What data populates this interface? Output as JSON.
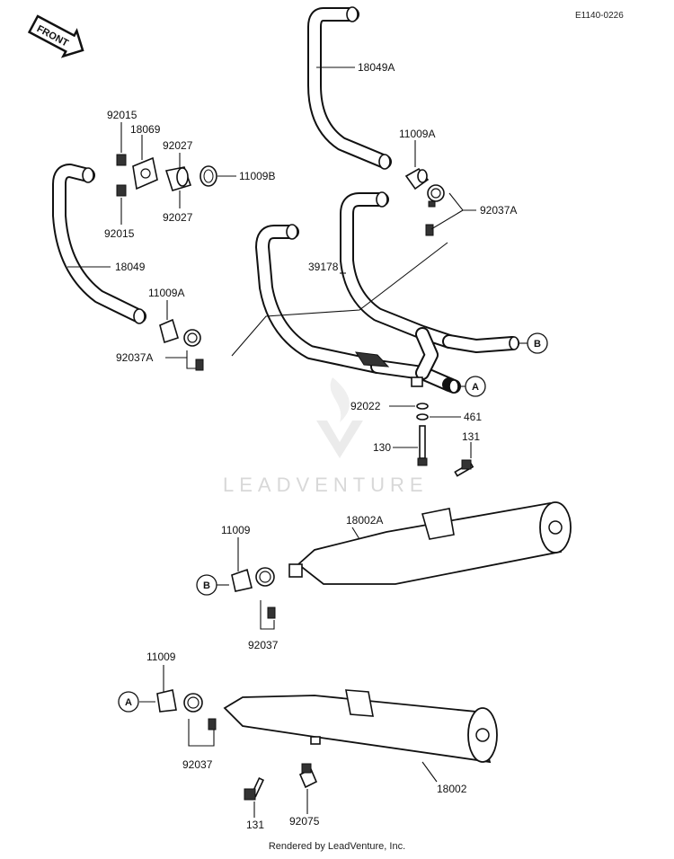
{
  "doc_code": "E1140-0226",
  "front_label": "FRONT",
  "watermark": "LEADVENTURE",
  "footer": "Rendered by LeadVenture, Inc.",
  "refs": {
    "a": "A",
    "b": "B"
  },
  "parts": {
    "p18049A": "18049A",
    "p11009A_top": "11009A",
    "p92037A_top": "92037A",
    "p92015_a": "92015",
    "p18069": "18069",
    "p92027_a": "92027",
    "p11009B": "11009B",
    "p92027_b": "92027",
    "p92015_b": "92015",
    "p18049": "18049",
    "p39178": "39178",
    "p11009A_left": "11009A",
    "p92037A_left": "92037A",
    "p92022": "92022",
    "p461": "461",
    "p130": "130",
    "p131_top": "131",
    "p18002A": "18002A",
    "p11009_mid": "11009",
    "p92037_mid": "92037",
    "p11009_low": "11009",
    "p92037_low": "92037",
    "p18002": "18002",
    "p131_low": "131",
    "p92075": "92075"
  }
}
